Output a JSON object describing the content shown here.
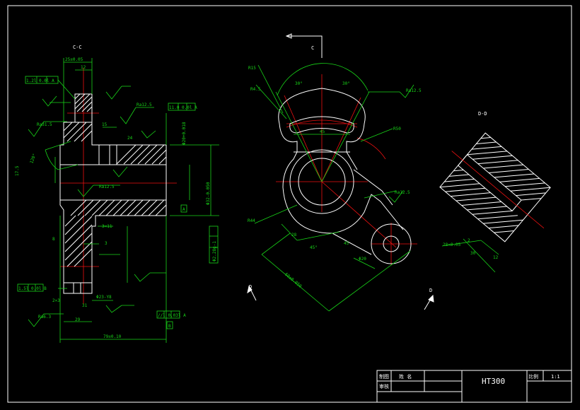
{
  "sections": {
    "left_view_label": "C-C",
    "right_view_label": "D-D",
    "arrow_c_top": "C",
    "arrow_d_left": "D",
    "arrow_d_right": "D"
  },
  "left_view": {
    "dims": {
      "top_width": "25±0.05",
      "top_sub": "12",
      "ra_top": "Ra12.5",
      "ra_left": "Ra31.5",
      "ra_mid": "Ra12.5",
      "ra_bottom": "Ra6.3",
      "dim_15": "15",
      "dim_24": "24",
      "angle": "120°",
      "dim_17": "17.5",
      "bore": "Φ20+0.018",
      "outer": "Φ32-0.050",
      "outer2": "Φ2.28g-1",
      "thread": "3×11",
      "dim_3": "3",
      "dim_8": "8",
      "dim_29": "29",
      "dim_31": "31",
      "hole": "Φ23-Y8",
      "dim_2x": "2×3",
      "total": "79±0.10",
      "tol_top": "1.2l 0.0l A",
      "tol_box": "11.0 0.0l A",
      "tol_bottom": "1.5l 0.0l B",
      "tol_right": "//l 0.03l A",
      "datum_a": "A",
      "datum_b": "B"
    }
  },
  "mid_view": {
    "dims": {
      "r15": "R15",
      "r4": "R4.5",
      "a30": "30°",
      "a30b": "30°",
      "ra_top": "Ra12.5",
      "w45": "45",
      "r50": "R50",
      "r44": "R44",
      "ra_mid": "Ra12.5",
      "dim_28": "28",
      "a45": "45°",
      "d45": "45",
      "d20": "Φ20",
      "long": "60±0.050"
    }
  },
  "right_view": {
    "dims": {
      "chamfer": "2",
      "c1": "28×0.05",
      "c2": "12",
      "c3": "30"
    }
  },
  "title_block": {
    "row1_label": "制图",
    "row2_label": "审核",
    "name_label": "姓 名",
    "material": "HT300",
    "scale_label": "比例",
    "scale_value": "1:1"
  }
}
